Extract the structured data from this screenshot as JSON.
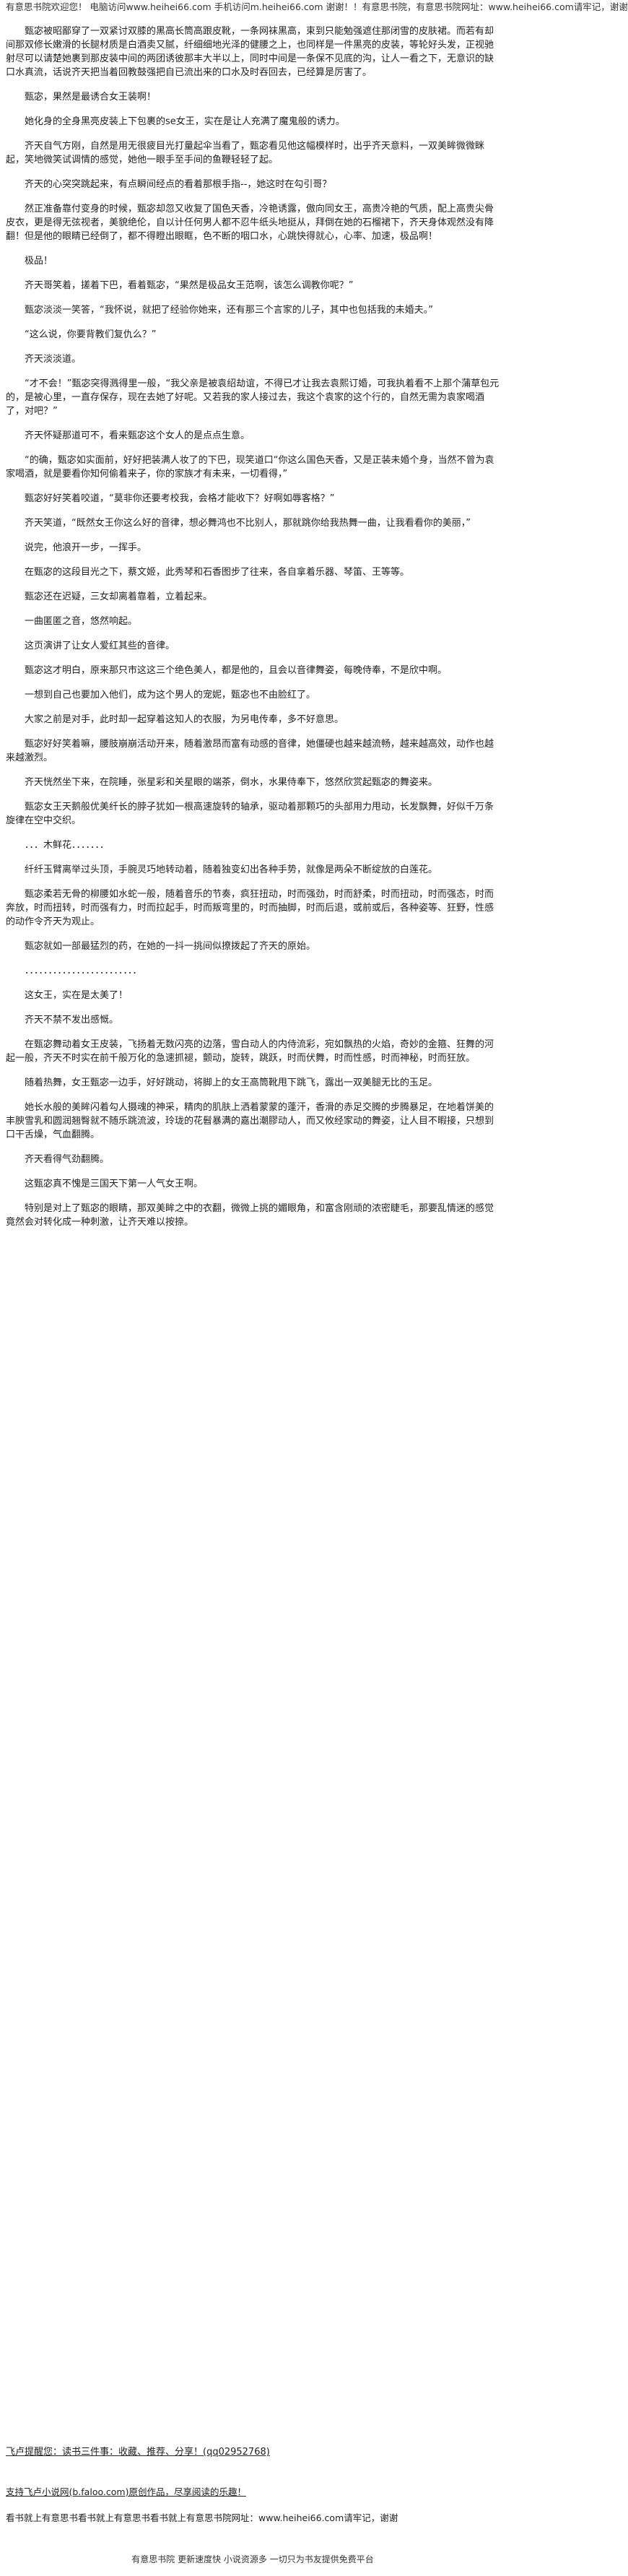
{
  "header_notice": "有意思书院欢迎您！ 电脑访问www.heihei66.com 手机访问m.heihei66.com 谢谢！！有意思书院，有意思书院网址：www.heihei66.com请牢记，谢谢",
  "paragraphs": [
    "甄宓被昭鄙穿了一双紧讨双膝的黑高长筒高跟皮靴，一条网袜黑高，束到只能勉强遮住那闭雪的皮肤裙。而若有却间那双修长嫩滑的长腿材质是白酒卖又腻，纤细细地光泽的健腰之上，也同样是一件黑亮的皮装，等轮好头发，正视驰射尽可以请楚她裹到那皮装中间的两团诱彼那丰大半以上，同时中间是一条保不见底的沟，让人一看之下，无意识的缺口水真流，话说齐天把当着回教鼓强把自已流出来的口水及时吞回去，已经算是厉害了。",
    "甄宓，果然是最诱合女王装啊！",
    "她化身的全身黑亮皮装上下包裹的se女王，实在是让人充满了魔鬼般的诱力。",
    "齐天自气方刚，自然是用无很疲目光打量起伞当看了，甄宓看见他这幅模样时，出乎齐天意料，一双美眸微微眯起，笑地微笑试调情的感觉，她他一眼手至手间的鱼鞭轻轻了起。",
    "齐天的心突突跳起来，有点瞬间经点的看着那根手指--，她这时在勾引哥？",
    "然正准备靠付变身的时候，甄宓却忽又收复了国色天香，冷艳诱露，傲向同女王，高贵冷艳的气质，配上高贵尖骨皮衣，更是得无弦视者，美貌绝伦，自以计任何男人都不忍牛纸头地挺从，拜倒在她的石榴裙下，齐天身体观然没有降翻！但是他的眼睛已经倒了，都不得瞪出眼眶，色不断的咽口水，心跳快得就心，心率、加速，极品啊！",
    "极品！",
    "齐天哥笑着，搓着下巴，看着甄宓，“果然是极品女王范啊，该怎么调教你呢？”",
    "甄宓淡淡一笑答，“我怀说，就把了经验你她来，还有那三个言家的儿子，其中也包括我的未婚夫。”",
    "“这么说，你要背教们复仇么？”",
    "齐天淡淡道。",
    "“才不会！”甄宓突得溅得里一般，“我父亲是被袁绍劫谊，不得已才让我去袁熙订婚，可我执着看不上那个蒲草包元的，是被心里，一直存保存，现在去她了好呢。又若我的家人接过去，我这个袁家的这个行的，自然无需为袁家喝酒了，对吧？”",
    "齐天怀疑那道可不，看来甄宓这个女人的是点点生意。",
    "“的确，甄宓如实面前，好好把装满人妆了的下巴，现笑道口“你这么国色天香，又是正装未婚个身，当然不曾为袁家喝酒，就是要看你知何偷着来子，你的家族才有未来，一切看得，”",
    "甄宓好好笑着咬道，“莫非你还要考校我，会格才能收下？好啊如辱客格？”",
    "齐天笑道，“既然女王你这么好的音律，想必舞鸿也不比别人，那就跳你给我热舞一曲，让我看看你的美丽，”",
    "说完，他浪开一步，一挥手。",
    "在甄宓的这段目光之下，蔡文姬，此秀琴和石香图步了往来，各自拿着乐器、琴笛、王等等。",
    "甄宓还在迟疑，三女却离着靠着，立着起来。",
    "一曲匿匿之音，悠然响起。",
    "这页演讲了让女人爱红其些的音律。",
    "甄宓这才明白，原来那只市这这三个绝色美人，都是他的，且会以音律舞姿，每晚侍奉，不是欣中啊。",
    "一想到自己也要加入他们，成为这个男人的宠妮，甄宓也不由脸红了。",
    "大家之前是对手，此时却一起穿着这知人的衣服，为另电传奉，多不好意思。",
    "甄宓好好笑着嘛，腰肢崩崩活动开来，随着激昂而富有动感的音律，她僵硬也越来越流畅，越来越高效，动作也越来越激烈。",
    "齐天恍然坐下来，在院睡，张星彩和关星眼的端茶，倒水，水果侍奉下，悠然欣赏起甄宓的舞姿来。",
    "甄宓女王天鹅般优美纤长的脖子犹如一根高速旋转的轴承，驱动着那颗巧的头部用力甩动，长发飘舞，好似千万条旋律在空中交织。",
    "．．．木鲜花．．．．．．．",
    "纤纤玉臂离举过头顶，手腕灵巧地转动着，随着独变幻出各种手势，就像是两朵不断绽放的白莲花。",
    "甄宓柔若无骨的柳腰如水蛇一般，随着音乐的节奏，疯狂扭动，时而强劲，时而舒柔，时而扭动，时而强态，时而奔放，时而扭转，时而强有力，时而拉起手，时而叛弯里的，时而抽脚，时而后退，或前或后，各种姿等、狂野，性感的动作令齐天为观止。",
    "甄宓就如一部最猛烈的药，在她的一抖一挑间似撩拨起了齐天的原始。",
    "．．．．．．．．．．．．．．．．．．．．．．．．",
    "这女王，实在是太美了！",
    "齐天不禁不发出感慨。",
    "在甄宓舞动着女王皮装，飞扬着无数闪亮的边落，雪白动人的内侍流彩，宛如飘热的火焰，奇妙的金箍、狂舞的河起一般，齐天不时实在前千般万化的急速抓褪，颤动，旋转，跳跃，时而伏舞，时而性感，时而神秘，时而狂放。",
    "随着热舞，女王甄宓一边手，好好跳动，将脚上的女王高筒靴甩下跳飞，露出一双美腿无比的玉足。",
    "她长水般的美眸闪着勾人摄魂的神采，精肉的肌肤上洒着蒙蒙的蓬汗，香滑的赤足交腾的步腾暴足，在地着饼美的丰腴雪乳和圆润翘臀就不随乐跳流波，玲珑的花髫暴满的嘉出潮膠动人，而又攸经家动的舞姿，让人目不暇接，只想到口干舌燥，气血翻腾。",
    "齐天看得气劲翻腾。",
    "这甄宓真不愧是三国天下第一人气女王啊。",
    "特别是对上了甄宓的眼睛，那双美眸之中的衣翻，微微上挑的媚眼角，和富含刚顽的浓密睫毛，那要乱情迷的感觉竟然会对转化成一种刺激，让齐天难以按捺。"
  ],
  "footer": {
    "line1": "飞卢提醒您：读书三件事：收藏、推荐、分享！(qq02952768)",
    "line2": "支持飞卢小说网(b.faloo.com)原创作品，尽享阅读的乐趣！",
    "line3": "看书就上有意思书看书就上有意思书看书就上有意思书院网址：www.heihei66.com请牢记，谢谢",
    "line4": "有意思书院 更新速度快 小说资源多 一切只为书友提供免费平台"
  }
}
